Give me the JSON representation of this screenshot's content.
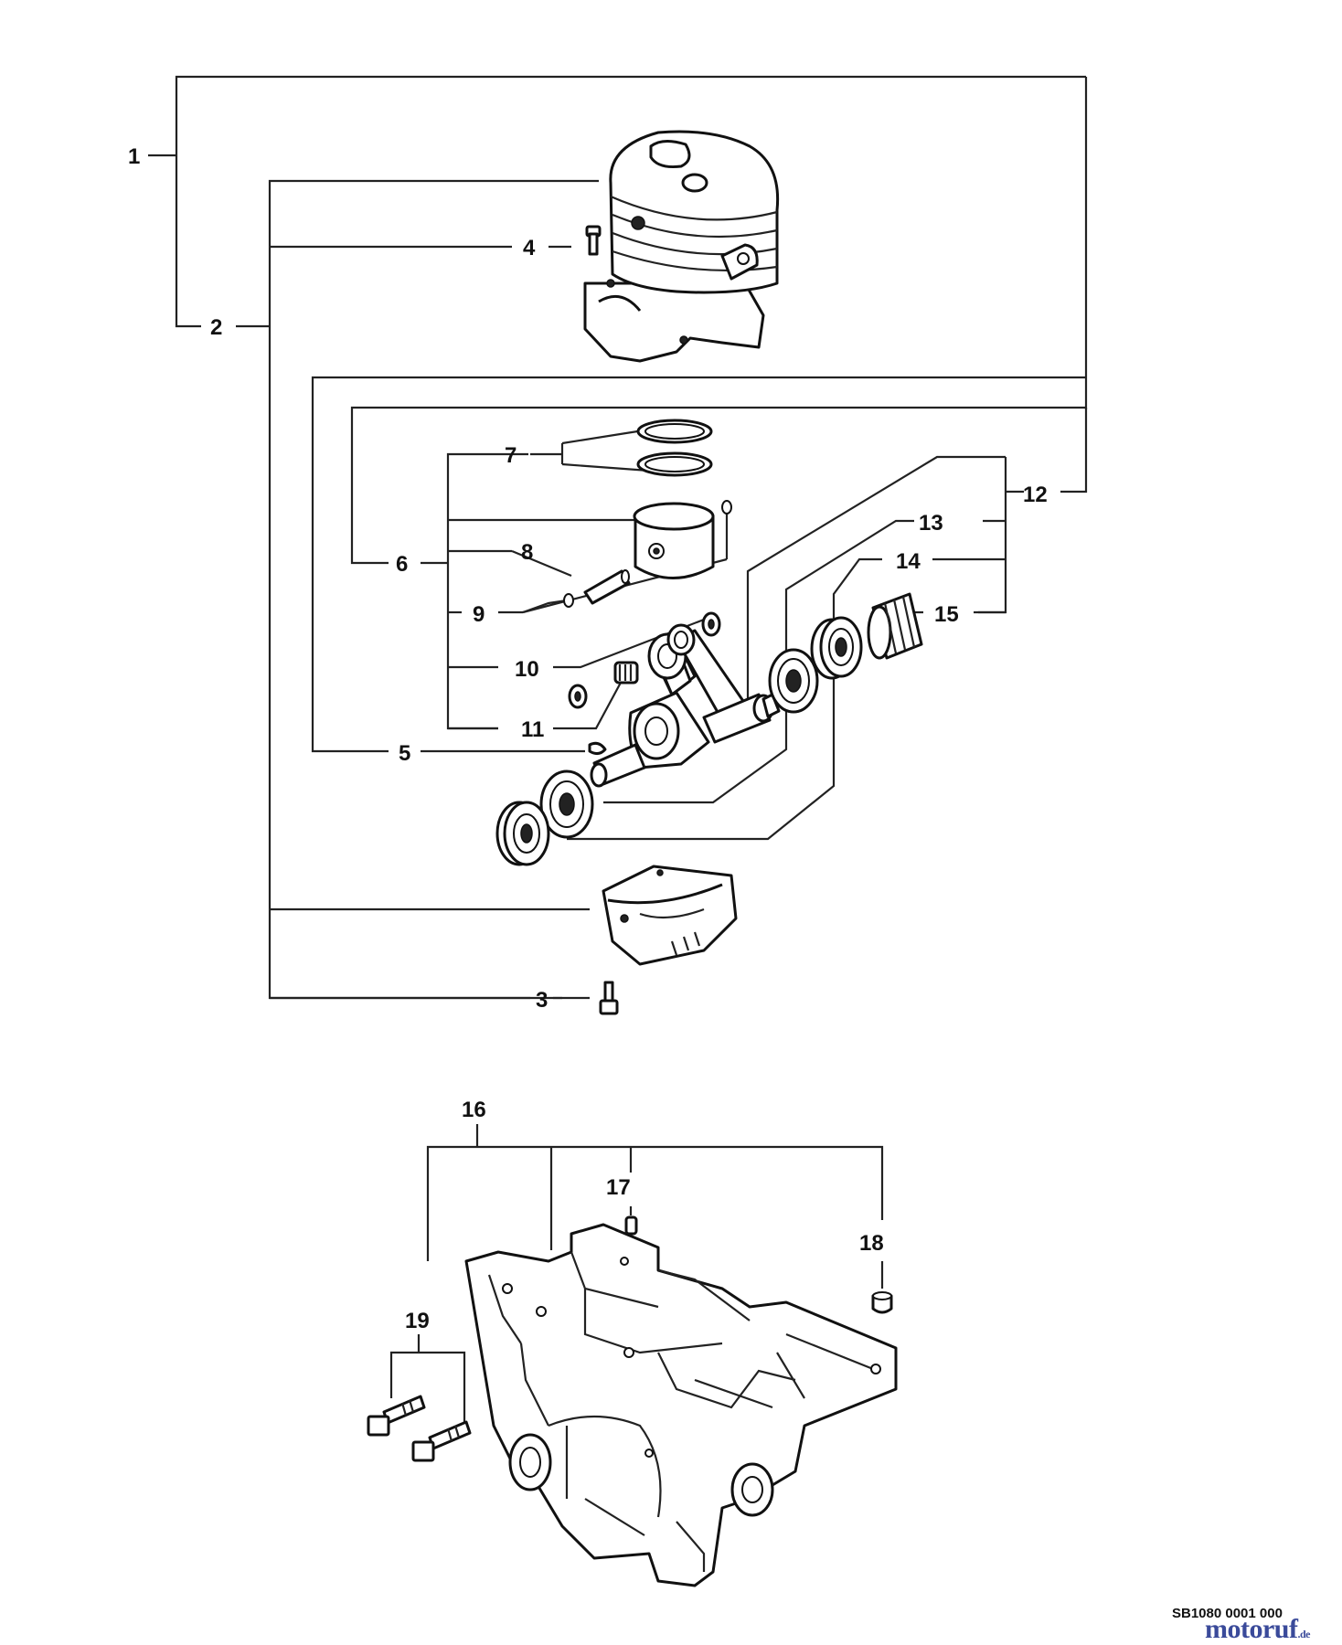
{
  "diagram": {
    "callouts": {
      "c1": "1",
      "c2": "2",
      "c3": "3",
      "c4": "4",
      "c5": "5",
      "c6": "6",
      "c7": "7",
      "c8": "8",
      "c9": "9",
      "c10": "10",
      "c11": "11",
      "c12": "12",
      "c13": "13",
      "c14": "14",
      "c15": "15",
      "c16": "16",
      "c17": "17",
      "c18": "18",
      "c19": "19"
    },
    "reference_code": "SB1080 0001 000",
    "watermark": {
      "name": "motoruf",
      "suffix": ".de"
    },
    "colors": {
      "ink": "#111111",
      "watermark": "#3a4a9a",
      "background": "#ffffff"
    }
  }
}
